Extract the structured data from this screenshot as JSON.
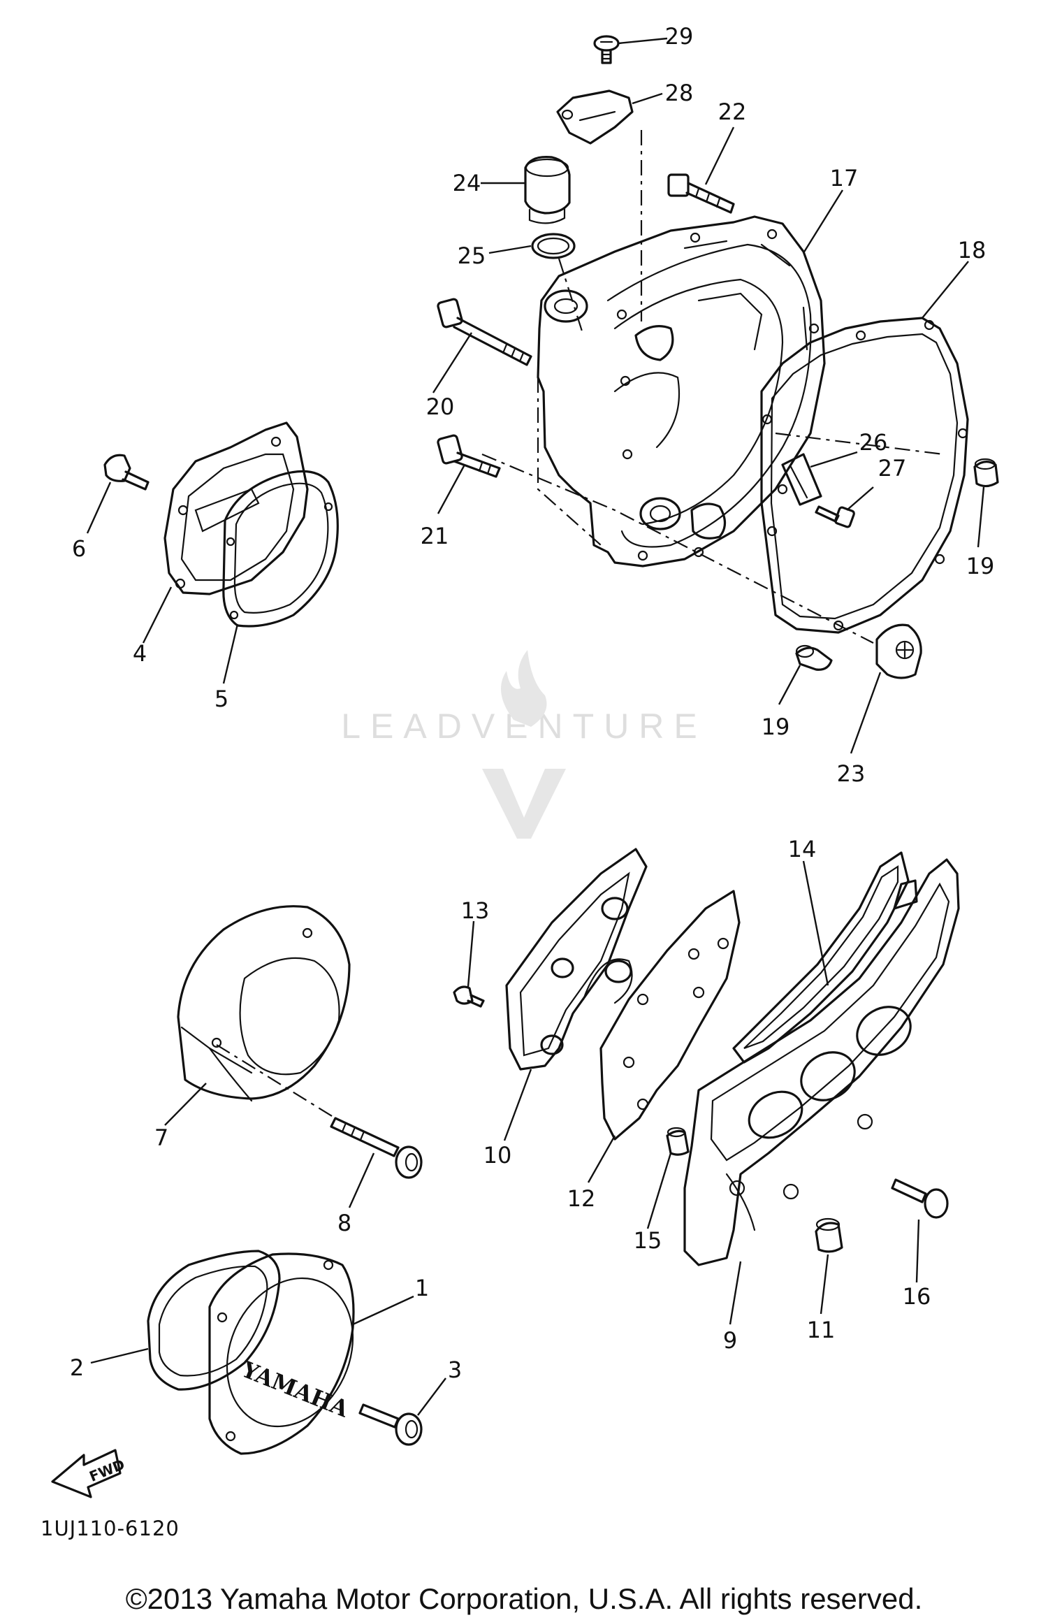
{
  "diagram": {
    "code": "1UJ110-6120",
    "copyright": "©2013 Yamaha Motor Corporation, U.S.A. All rights reserved.",
    "watermark": "LEADVENTURE",
    "brand_marking": "YAMAHA",
    "arrow_marking": "FWD"
  },
  "callouts": [
    {
      "id": "c1",
      "label": "1"
    },
    {
      "id": "c2",
      "label": "2"
    },
    {
      "id": "c3",
      "label": "3"
    },
    {
      "id": "c4",
      "label": "4"
    },
    {
      "id": "c5",
      "label": "5"
    },
    {
      "id": "c6",
      "label": "6"
    },
    {
      "id": "c7",
      "label": "7"
    },
    {
      "id": "c8",
      "label": "8"
    },
    {
      "id": "c9",
      "label": "9"
    },
    {
      "id": "c10",
      "label": "10"
    },
    {
      "id": "c11",
      "label": "11"
    },
    {
      "id": "c12",
      "label": "12"
    },
    {
      "id": "c13",
      "label": "13"
    },
    {
      "id": "c14",
      "label": "14"
    },
    {
      "id": "c15",
      "label": "15"
    },
    {
      "id": "c16",
      "label": "16"
    },
    {
      "id": "c17",
      "label": "17"
    },
    {
      "id": "c18",
      "label": "18"
    },
    {
      "id": "c19a",
      "label": "19"
    },
    {
      "id": "c19b",
      "label": "19"
    },
    {
      "id": "c20",
      "label": "20"
    },
    {
      "id": "c21",
      "label": "21"
    },
    {
      "id": "c22",
      "label": "22"
    },
    {
      "id": "c23",
      "label": "23"
    },
    {
      "id": "c24",
      "label": "24"
    },
    {
      "id": "c25",
      "label": "25"
    },
    {
      "id": "c26",
      "label": "26"
    },
    {
      "id": "c27",
      "label": "27"
    },
    {
      "id": "c28",
      "label": "28"
    },
    {
      "id": "c29",
      "label": "29"
    }
  ]
}
